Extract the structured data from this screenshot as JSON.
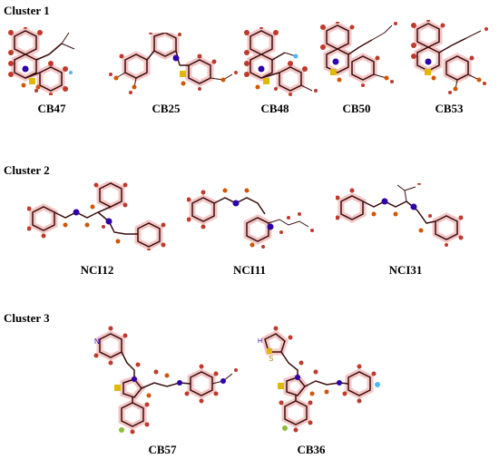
{
  "clusters": [
    {
      "title": "Cluster 1",
      "compounds": [
        "CB47",
        "CB25",
        "CB48",
        "CB50",
        "CB53"
      ]
    },
    {
      "title": "Cluster 2",
      "compounds": [
        "NCI12",
        "NCI11",
        "NCI31"
      ]
    },
    {
      "title": "Cluster 3",
      "compounds": [
        "CB57",
        "CB36"
      ]
    }
  ],
  "atom_labels": {
    "nitrogen": "N",
    "sulfur": "S",
    "hydrogen": "H"
  },
  "colors": {
    "carbon": "#8b1a1a",
    "carbon_glow": "#f4c6c6",
    "hydrogen": "#c0392b",
    "nitrogen": "#2d00a8",
    "oxygen": "#d35400",
    "sulfur": "#e0b800",
    "chlorine": "#8dbb3c",
    "fluorine": "#4db8ff",
    "bond": "#3a0d0d"
  }
}
